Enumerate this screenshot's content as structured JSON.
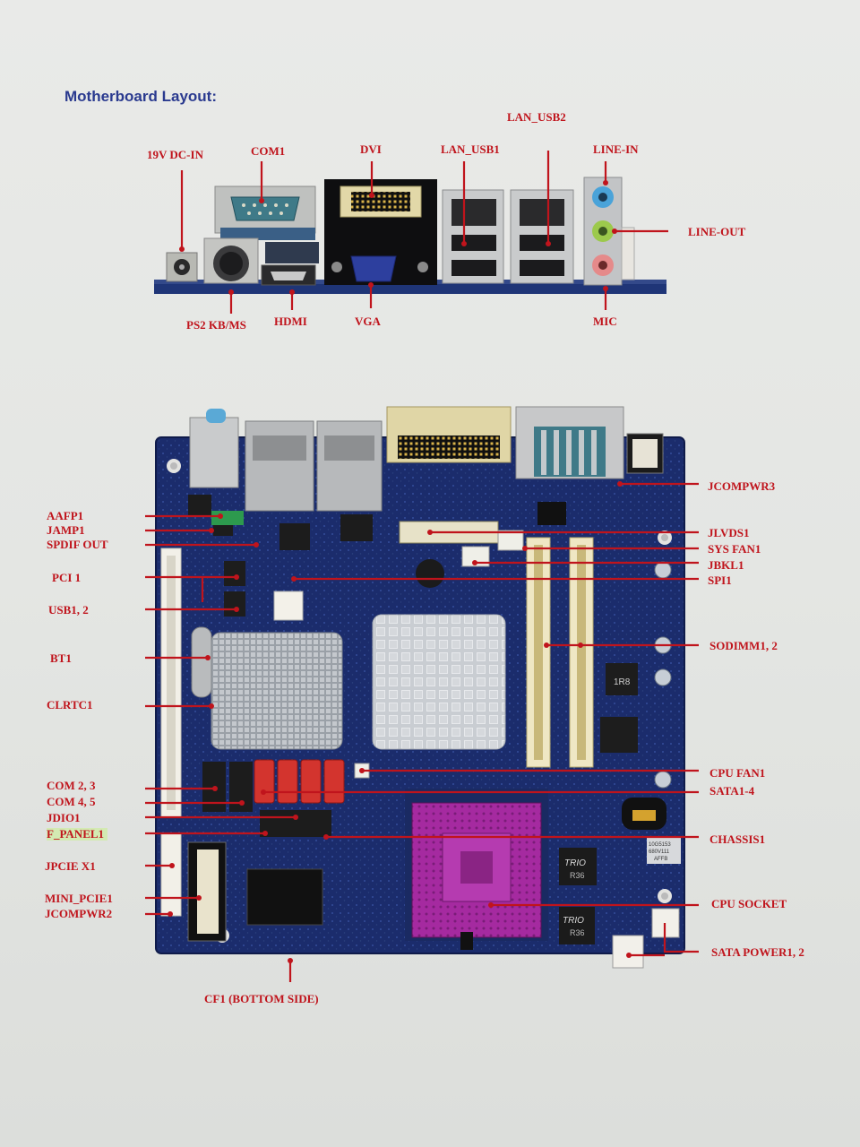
{
  "title": "Motherboard Layout:",
  "io_panel_labels": {
    "dc_in": "19V DC-IN",
    "com1": "COM1",
    "dvi": "DVI",
    "lan_usb1": "LAN_USB1",
    "lan_usb2": "LAN_USB2",
    "line_in": "LINE-IN",
    "line_out": "LINE-OUT",
    "ps2": "PS2 KB/MS",
    "hdmi": "HDMI",
    "vga": "VGA",
    "mic": "MIC"
  },
  "board_left_labels": {
    "aafp1": "AAFP1",
    "jamp1": "JAMP1",
    "spdif": "SPDIF OUT",
    "pci1": "PCI 1",
    "usb12": "USB1, 2",
    "bt1": "BT1",
    "clrtc1": "CLRTC1",
    "com23": "COM 2, 3",
    "com45": "COM 4, 5",
    "jdio1": "JDIO1",
    "fpanel1": "F_PANEL1",
    "jpciex1": "JPCIE X1",
    "minipcie1": "MINI_PCIE1",
    "jcompwr2": "JCOMPWR2"
  },
  "board_right_labels": {
    "jcompwr3": "JCOMPWR3",
    "jlvds1": "JLVDS1",
    "sysfan1": "SYS FAN1",
    "jbkl1": "JBKL1",
    "spi1": "SPI1",
    "sodimm": "SODIMM1, 2",
    "cpufan1": "CPU FAN1",
    "sata14": "SATA1-4",
    "chassis1": "CHASSIS1",
    "cpusocket": "CPU SOCKET",
    "satapower": "SATA POWER1, 2"
  },
  "board_bottom_labels": {
    "cf1": "CF1 (BOTTOM SIDE)"
  },
  "chip_markings": {
    "inductor": "1R8",
    "trio1": "TRIO",
    "trio1_sub": "R36",
    "trio2": "TRIO",
    "trio2_sub": "R36",
    "cap_label1": "10G5153",
    "cap_label2": "680V111",
    "cap_label3": "AFFB"
  },
  "colors": {
    "label_red": "#c0141c",
    "title_blue": "#2a3a8f",
    "pcb_blue": "#1c2e6e",
    "socket_purple": "#a52aa0"
  }
}
